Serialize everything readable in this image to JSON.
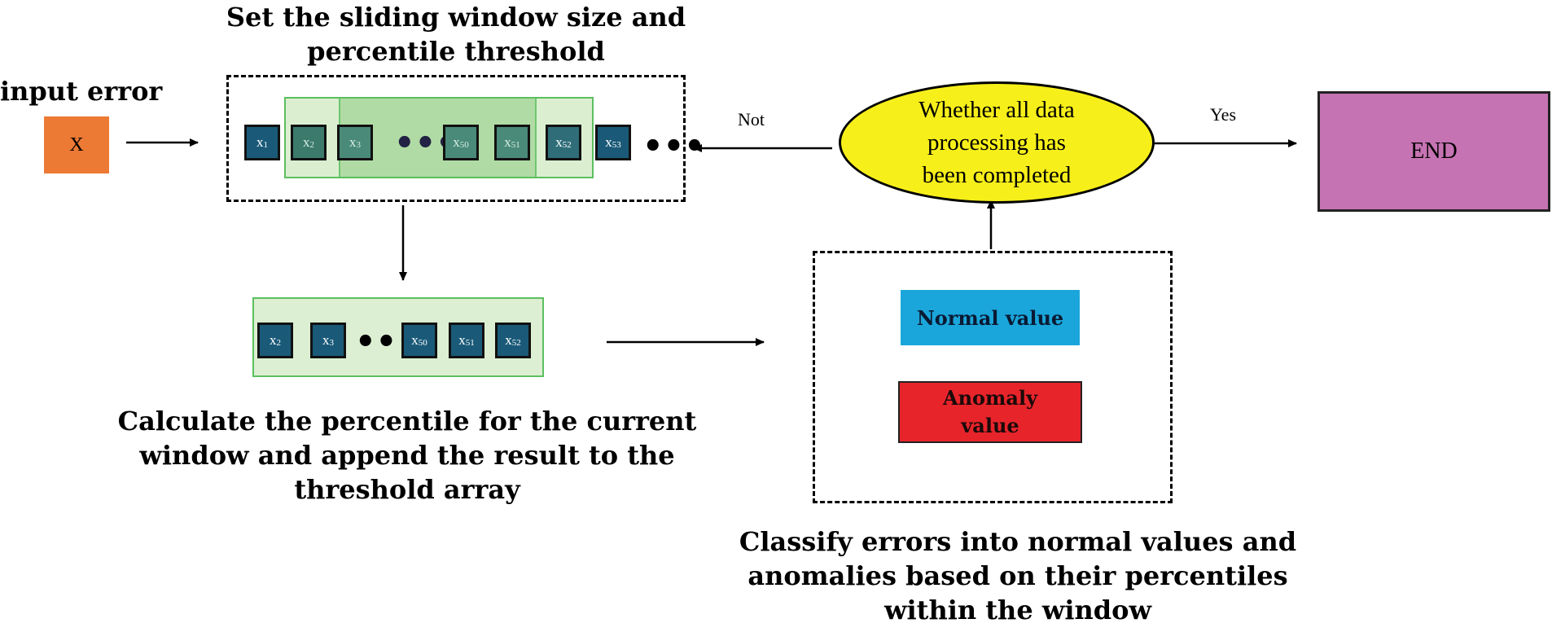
{
  "labels": {
    "set_window_line1": "Set the sliding window size and",
    "set_window_line2": "percentile threshold",
    "input_error": "input error",
    "input_x": "X",
    "calc_line1": "Calculate the percentile for the current",
    "calc_line2": "window and append the result to the",
    "calc_line3": "threshold array",
    "classify_line1": "Classify errors into normal values and",
    "classify_line2": "anomalies based on their percentiles",
    "classify_line3": "within the window",
    "decision_line1": "Whether all data",
    "decision_line2": "processing has",
    "decision_line3": "been completed",
    "not": "Not",
    "yes": "Yes",
    "end": "END",
    "normal_value": "Normal value",
    "anomaly_line1": "Anomaly",
    "anomaly_line2": "value"
  },
  "top_sequence": [
    {
      "base": "x",
      "sub": "1"
    },
    {
      "base": "x",
      "sub": "2"
    },
    {
      "base": "x",
      "sub": "3"
    },
    {
      "base": "x",
      "sub": "50"
    },
    {
      "base": "x",
      "sub": "51"
    },
    {
      "base": "x",
      "sub": "52"
    },
    {
      "base": "x",
      "sub": "53"
    }
  ],
  "window_sequence": [
    {
      "base": "x",
      "sub": "2"
    },
    {
      "base": "x",
      "sub": "3"
    },
    {
      "base": "x",
      "sub": "50"
    },
    {
      "base": "x",
      "sub": "51"
    },
    {
      "base": "x",
      "sub": "52"
    }
  ],
  "colors": {
    "input_box": "#ec7a34",
    "decision_fill": "#f7ef1a",
    "end_box": "#c673b3",
    "normal_box": "#1aa6db",
    "anomaly_box": "#e8242b",
    "window_green": "#d6ecc9",
    "cell_blue": "#1a5a78"
  }
}
